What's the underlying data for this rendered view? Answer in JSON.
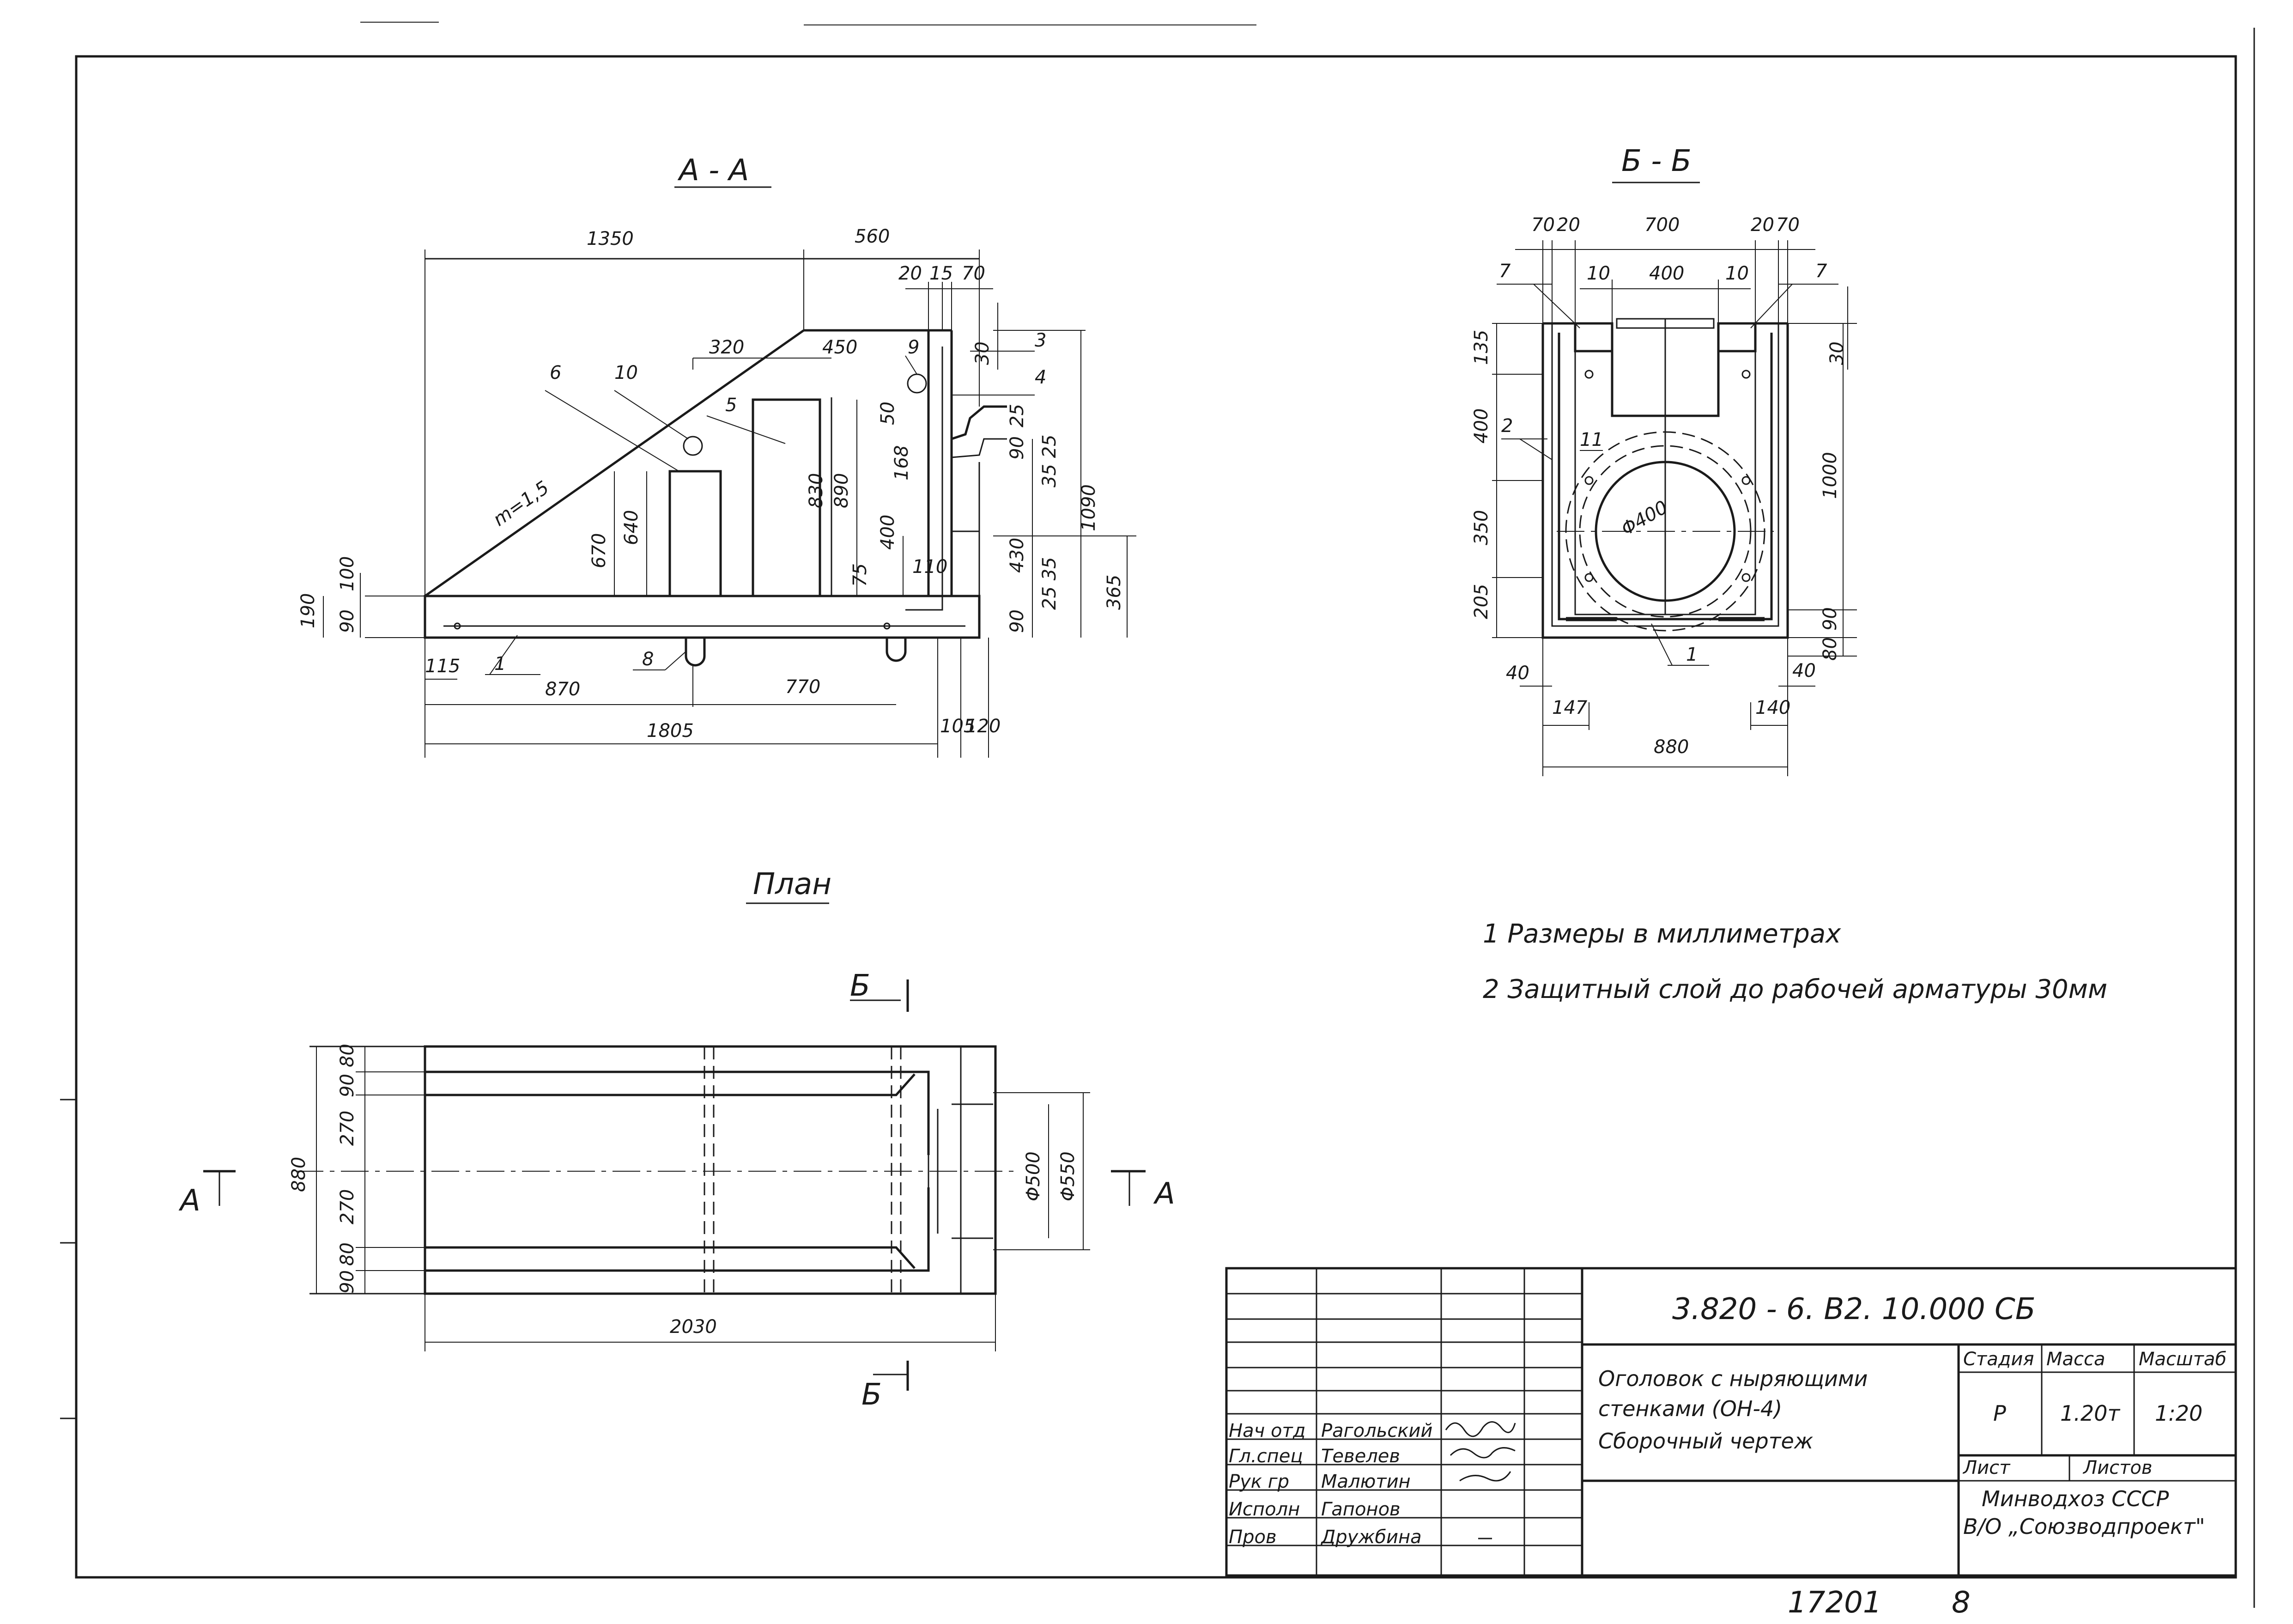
{
  "sections": {
    "aa_title": "А - А",
    "bb_title": "Б - Б",
    "plan_title": "План"
  },
  "section_aa": {
    "dims": {
      "d1350": "1350",
      "d560": "560",
      "d20": "20",
      "d15": "15",
      "d70": "70",
      "d320": "320",
      "d450": "450",
      "d30": "30",
      "d50": "50",
      "d168": "168",
      "d25a": "25",
      "d90a": "90",
      "d3525": "35 25",
      "d1090": "1090",
      "d830": "830",
      "d890": "890",
      "d670": "670",
      "d640": "640",
      "d400": "400",
      "d430": "430",
      "d365": "365",
      "d75": "75",
      "d110": "110",
      "d2535": "25 35",
      "d90b": "90",
      "d100": "100",
      "d190": "190",
      "d90c": "90",
      "d115": "115",
      "d870": "870",
      "d770": "770",
      "d1805": "1805",
      "d105": "105",
      "d120": "120"
    },
    "slope": "m=1,5",
    "callouts": [
      "1",
      "3",
      "4",
      "5",
      "6",
      "8",
      "9",
      "10"
    ]
  },
  "section_bb": {
    "dims": {
      "t70a": "70",
      "t20a": "20",
      "t700": "700",
      "t20b": "20",
      "t70b": "70",
      "t10a": "10",
      "t400": "400",
      "t10b": "10",
      "l135": "135",
      "l400": "400",
      "l350": "350",
      "l205": "205",
      "r30": "30",
      "r1000": "1000",
      "r90": "90",
      "r80": "80",
      "phi400": "Φ400",
      "b40a": "40",
      "b147": "147",
      "b140": "140",
      "b40b": "40",
      "b880": "880"
    },
    "callouts": [
      "7",
      "7",
      "2",
      "11",
      "1"
    ]
  },
  "plan": {
    "section_mark_b": "Б",
    "section_mark_a": "А",
    "dims": {
      "v80a": "80",
      "v90a": "90",
      "v270a": "270",
      "v270b": "270",
      "v80b": "80",
      "v90b": "90",
      "v880": "880",
      "phi500": "Φ500",
      "phi550": "Φ550",
      "h2030": "2030"
    }
  },
  "notes": [
    "1 Размеры в миллиметрах",
    "2 Защитный слой до рабочей арматуры 30мм"
  ],
  "title_block": {
    "code": "3.820 - 6. В2. 10.000 СБ",
    "name_lines": [
      "Оголовок с ныряющими",
      "стенками (ОН-4)",
      "Сборочный чертеж"
    ],
    "stage_header": "Стадия",
    "mass_header": "Масса",
    "scale_header": "Масштаб",
    "stage": "Р",
    "mass": "1.20т",
    "scale": "1:20",
    "sheet_label": "Лист",
    "sheets_label": "Листов",
    "org_lines": [
      "Минводхоз СССР",
      "В/О „Союзводпроект\""
    ],
    "roles": [
      {
        "role": "Нач отд",
        "name": "Рагольский"
      },
      {
        "role": "Гл.спец",
        "name": "Тевелев"
      },
      {
        "role": "Рук гр",
        "name": "Малютин"
      },
      {
        "role": "Исполн",
        "name": "Гапонов"
      },
      {
        "role": "Пров",
        "name": "Дружбина"
      }
    ]
  },
  "footer": {
    "inventory": "17201",
    "page": "8"
  }
}
